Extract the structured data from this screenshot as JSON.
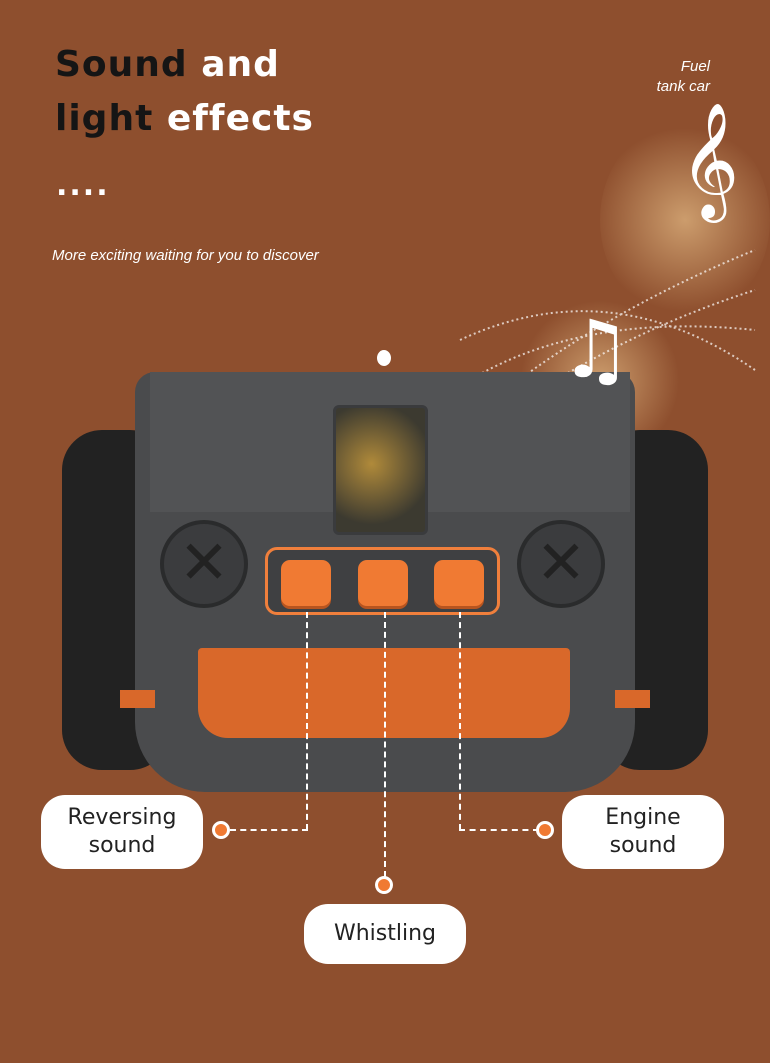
{
  "heading": {
    "line1_dark": "Sound",
    "line1_light": "and",
    "line2_dark": "light",
    "line2_light": "effects",
    "dots": "...."
  },
  "subtitle": "More exciting waiting for you to discover",
  "product_label": "Fuel tank car",
  "callouts": {
    "left": "Reversing sound",
    "center": "Whistling",
    "right": "Engine sound"
  },
  "notes": {
    "treble": "𝄞",
    "eighth": "♫"
  },
  "colors": {
    "background": "#8e4f2e",
    "accent": "#f07a33"
  }
}
